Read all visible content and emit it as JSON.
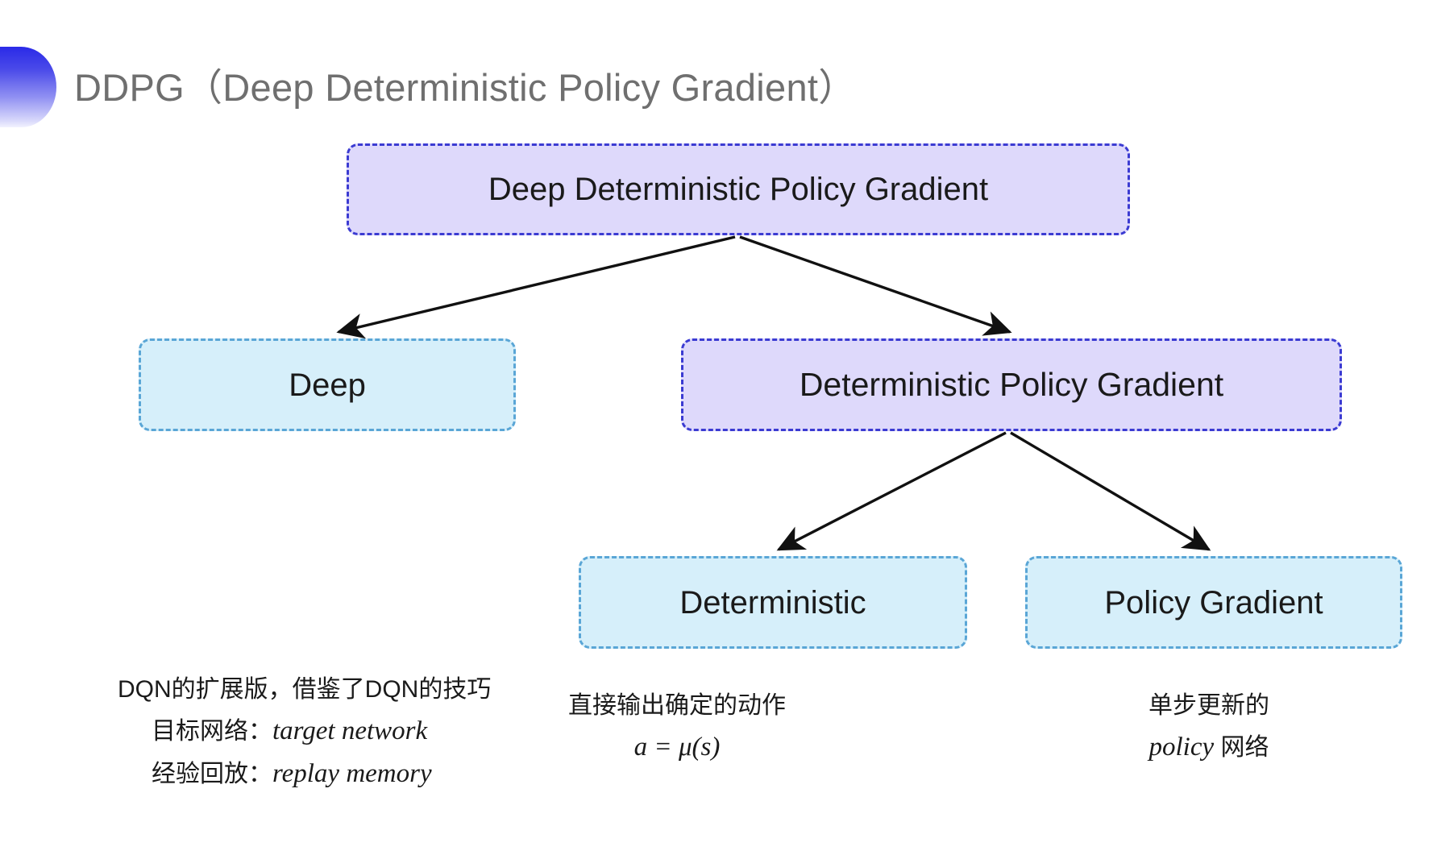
{
  "slide": {
    "title": "DDPG（Deep Deterministic Policy Gradient）",
    "background_color": "#ffffff",
    "title_color": "#6f6f6f",
    "decoration_icon": "half-ellipse-gradient",
    "decoration_colors": [
      "#2a2ae8",
      "#f2f2fe"
    ]
  },
  "theme": {
    "purple_fill": "#ded9fb",
    "purple_border": "#3b3bd2",
    "cyan_fill": "#d6effa",
    "cyan_border": "#5aa6d6",
    "arrow_color": "#111111",
    "text_color": "#1a1a1a"
  },
  "diagram": {
    "type": "tree",
    "nodes": [
      {
        "id": "root",
        "label": "Deep Deterministic Policy Gradient",
        "style": "purple",
        "level": 0
      },
      {
        "id": "deep",
        "label": "Deep",
        "style": "cyan",
        "level": 1
      },
      {
        "id": "dpg",
        "label": "Deterministic Policy Gradient",
        "style": "purple",
        "level": 1
      },
      {
        "id": "det",
        "label": "Deterministic",
        "style": "cyan",
        "level": 2
      },
      {
        "id": "pg",
        "label": "Policy Gradient",
        "style": "cyan",
        "level": 2
      }
    ],
    "edges": [
      {
        "from": "root",
        "to": "deep"
      },
      {
        "from": "root",
        "to": "dpg"
      },
      {
        "from": "dpg",
        "to": "det"
      },
      {
        "from": "dpg",
        "to": "pg"
      }
    ]
  },
  "captions": {
    "deep": {
      "line1": "DQN的扩展版，借鉴了DQN的技巧",
      "line2_label": "目标网络：",
      "line2_term": "target network",
      "line3_label": "经验回放：",
      "line3_term": "replay memory"
    },
    "deterministic": {
      "line1": "直接输出确定的动作",
      "formula": "a = μ(s)"
    },
    "policy_gradient": {
      "line1": "单步更新的",
      "line2_term": "policy",
      "line2_tail": " 网络"
    }
  }
}
